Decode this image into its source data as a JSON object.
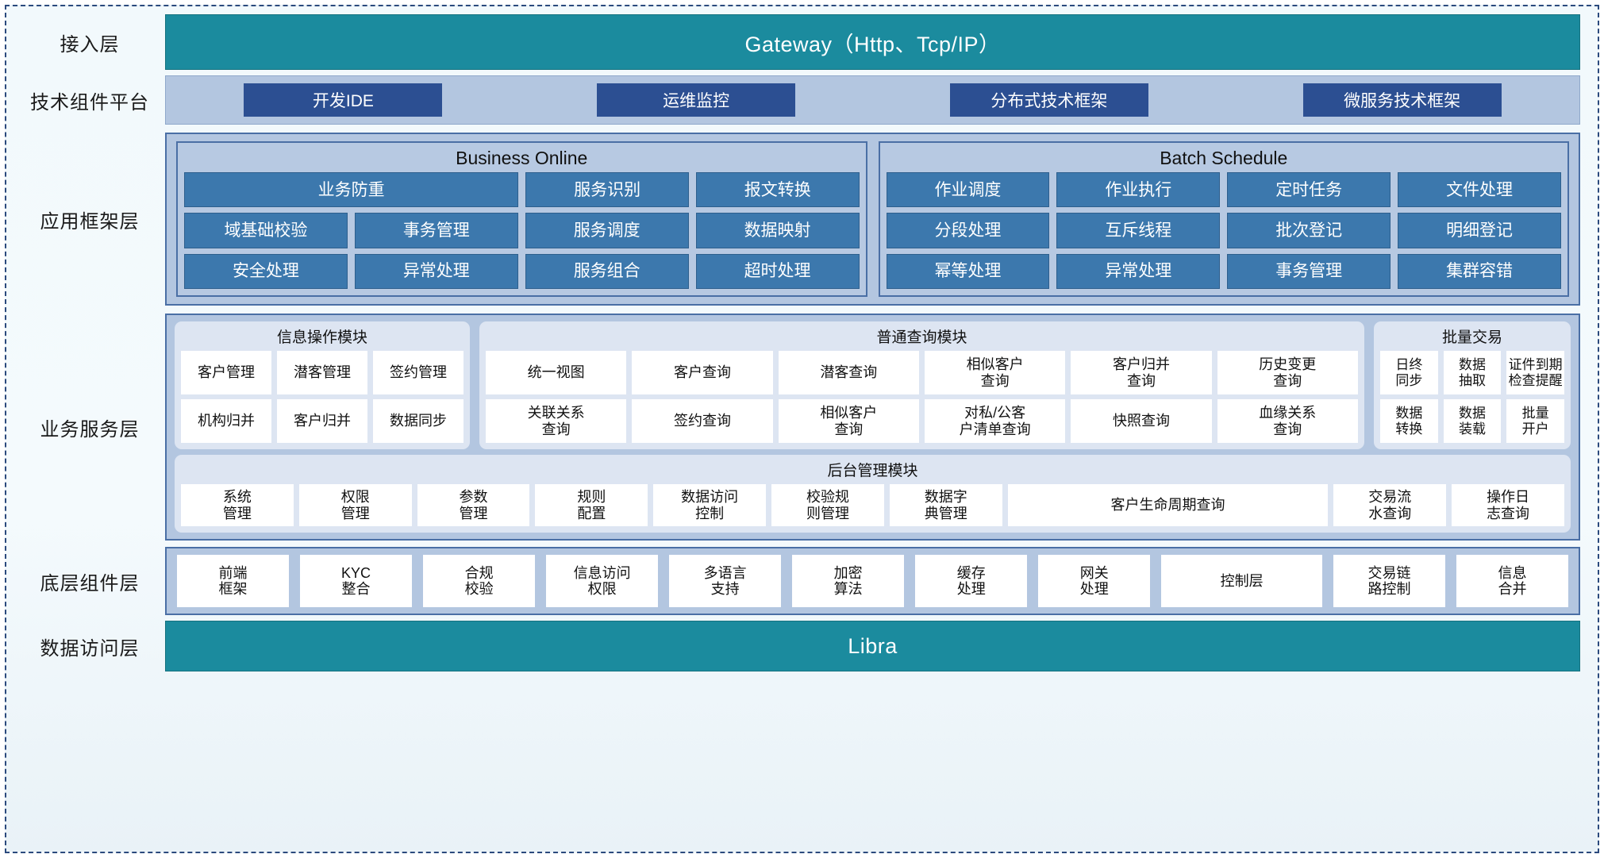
{
  "layers": {
    "access": {
      "label": "接入层",
      "bar": "Gateway（Http、Tcp/IP）"
    },
    "tech": {
      "label": "技术组件平台",
      "chips": [
        "开发IDE",
        "运维监控",
        "分布式技术框架",
        "微服务技术框架"
      ]
    },
    "app": {
      "label": "应用框架层"
    },
    "biz": {
      "label": "业务服务层"
    },
    "base": {
      "label": "底层组件层"
    },
    "data": {
      "label": "数据访问层",
      "bar": "Libra"
    }
  },
  "app_groups": [
    {
      "title": "Business Online",
      "rows": [
        [
          {
            "text": "业务防重",
            "span": 2
          },
          {
            "text": "服务识别"
          },
          {
            "text": "报文转换"
          }
        ],
        [
          {
            "text": "域基础校验"
          },
          {
            "text": "事务管理"
          },
          {
            "text": "服务调度"
          },
          {
            "text": "数据映射"
          }
        ],
        [
          {
            "text": "安全处理"
          },
          {
            "text": "异常处理"
          },
          {
            "text": "服务组合"
          },
          {
            "text": "超时处理"
          }
        ]
      ]
    },
    {
      "title": "Batch Schedule",
      "rows": [
        [
          {
            "text": "作业调度"
          },
          {
            "text": "作业执行"
          },
          {
            "text": "定时任务"
          },
          {
            "text": "文件处理"
          }
        ],
        [
          {
            "text": "分段处理"
          },
          {
            "text": "互斥线程"
          },
          {
            "text": "批次登记"
          },
          {
            "text": "明细登记"
          }
        ],
        [
          {
            "text": "幂等处理"
          },
          {
            "text": "异常处理"
          },
          {
            "text": "事务管理"
          },
          {
            "text": "集群容错"
          }
        ]
      ]
    }
  ],
  "biz_modules": {
    "info": {
      "title": "信息操作模块",
      "rows": [
        [
          "客户管理",
          "潜客管理",
          "签约管理"
        ],
        [
          "机构归并",
          "客户归并",
          "数据同步"
        ]
      ]
    },
    "query": {
      "title": "普通查询模块",
      "rows": [
        [
          "统一视图",
          "客户查询",
          "潜客查询",
          "相似客户\n查询",
          "客户归并\n查询",
          "历史变更\n查询"
        ],
        [
          "关联关系\n查询",
          "签约查询",
          "相似客户\n查询",
          "对私/公客\n户清单查询",
          "快照查询",
          "血缘关系\n查询"
        ]
      ]
    },
    "batch": {
      "title": "批量交易",
      "rows": [
        [
          "日终\n同步",
          "数据\n抽取",
          "证件到期\n检查提醒"
        ],
        [
          "数据\n转换",
          "数据\n装载",
          "批量\n开户"
        ]
      ]
    },
    "admin": {
      "title": "后台管理模块",
      "items": [
        {
          "text": "系统\n管理"
        },
        {
          "text": "权限\n管理"
        },
        {
          "text": "参数\n管理"
        },
        {
          "text": "规则\n配置"
        },
        {
          "text": "数据访问\n控制"
        },
        {
          "text": "校验规\n则管理"
        },
        {
          "text": "数据字\n典管理"
        },
        {
          "text": "客户生命周期查询",
          "wide": true
        },
        {
          "text": "交易流\n水查询"
        },
        {
          "text": "操作日\n志查询"
        }
      ]
    }
  },
  "base_items": [
    {
      "text": "前端\n框架"
    },
    {
      "text": "KYC\n整合"
    },
    {
      "text": "合规\n校验"
    },
    {
      "text": "信息访问\n权限"
    },
    {
      "text": "多语言\n支持"
    },
    {
      "text": "加密\n算法"
    },
    {
      "text": "缓存\n处理"
    },
    {
      "text": "网关\n处理"
    },
    {
      "text": "控制层",
      "wide": true
    },
    {
      "text": "交易链\n路控制"
    },
    {
      "text": "信息\n合并"
    }
  ],
  "colors": {
    "teal": "#1b8b9e",
    "panel_blue": "#b3c6e0",
    "chip_navy": "#2c4f92",
    "cell_blue": "#3c78ad",
    "module_bg": "#dde5f2"
  }
}
